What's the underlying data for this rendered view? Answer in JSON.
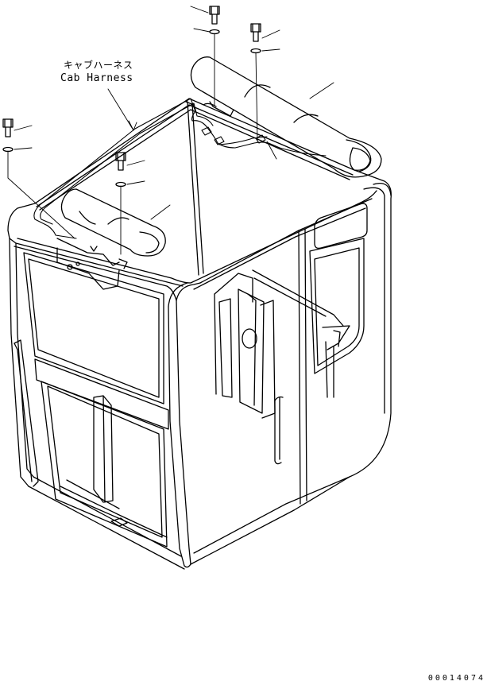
{
  "labels": {
    "harness_jp": "キャブハーネス",
    "harness_en": "Cab Harness"
  },
  "part_code": "00014074",
  "colors": {
    "line": "#000000",
    "background": "#ffffff"
  }
}
